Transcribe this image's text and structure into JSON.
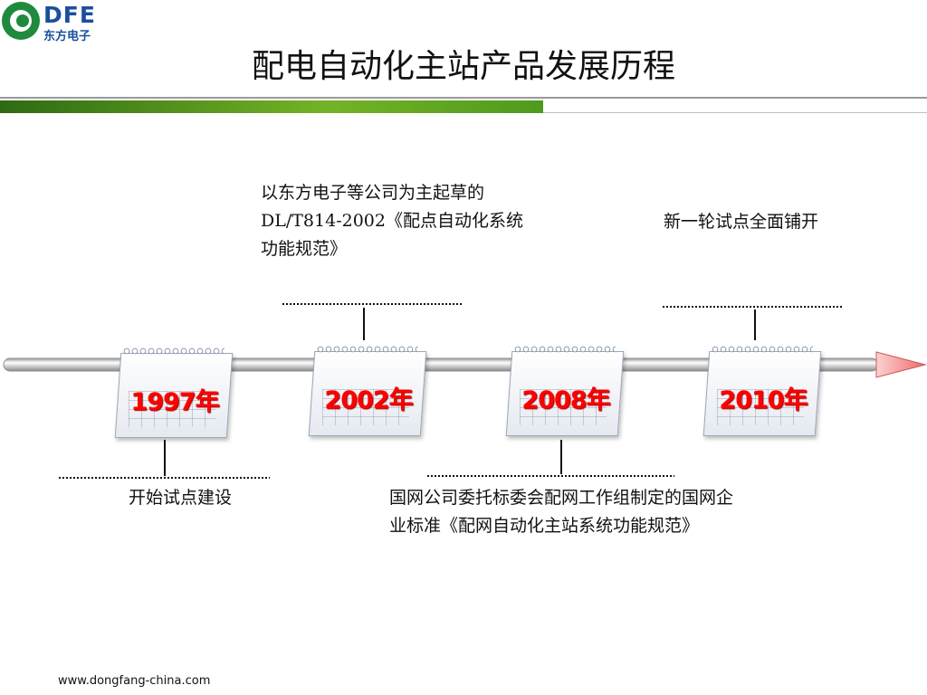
{
  "logo": {
    "text": "DFE",
    "subtext": "东方电子"
  },
  "title": "配电自动化主站产品发展历程",
  "milestones": [
    {
      "year": "1997年",
      "note": "开始试点建设"
    },
    {
      "year": "2002年",
      "note": "以东方电子等公司为主起草的DL/T814-2002《配点自动化系统功能规范》"
    },
    {
      "year": "2008年",
      "note": "国网公司委托标委会配网工作组制定的国网企业标准《配网自动化主站系统功能规范》"
    },
    {
      "year": "2010年",
      "note": "新一轮试点全面铺开"
    }
  ],
  "footer": "www.dongfang-china.com",
  "colors": {
    "year_text": "#ff0000",
    "accent_green": "#74b326",
    "arrow_tip": "#f47a7a"
  }
}
